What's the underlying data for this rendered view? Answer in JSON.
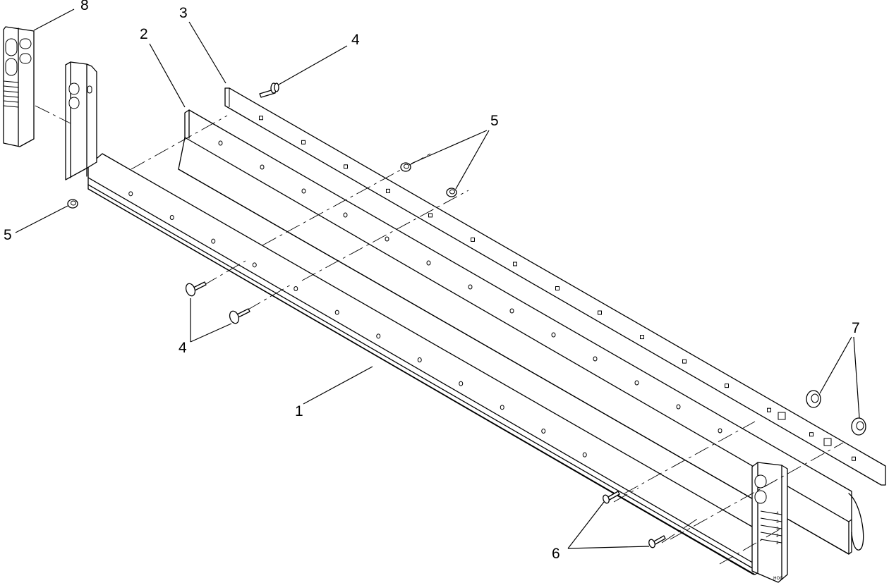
{
  "callouts": [
    {
      "id": "c1",
      "label": "1"
    },
    {
      "id": "c2",
      "label": "2"
    },
    {
      "id": "c3",
      "label": "3"
    },
    {
      "id": "c4-top",
      "label": "4"
    },
    {
      "id": "c4-bottom",
      "label": "4"
    },
    {
      "id": "c5-right",
      "label": "5"
    },
    {
      "id": "c5-left",
      "label": "5"
    },
    {
      "id": "c6",
      "label": "6"
    },
    {
      "id": "c7",
      "label": "7"
    },
    {
      "id": "c8",
      "label": "8"
    }
  ],
  "height_marks": [
    "4",
    "3",
    "3",
    "2",
    "2"
  ],
  "logo_text": "HOC"
}
